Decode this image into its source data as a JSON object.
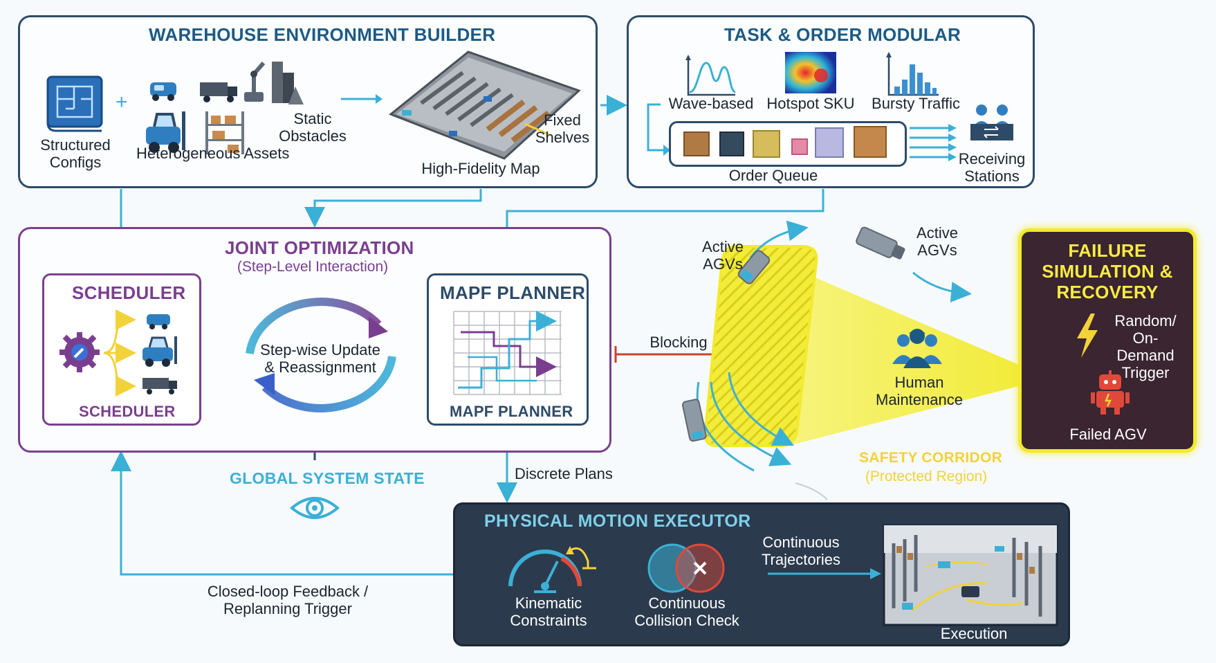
{
  "env_builder": {
    "title": "WAREHOUSE ENVIRONMENT BUILDER",
    "structured_configs": "Structured\nConfigs",
    "static_obstacles": "Static\nObstacles",
    "heterogeneous_assets": "Heterogeneous Assets",
    "fixed_shelves": "Fixed\nShelves",
    "high_fidelity_map": "High-Fidelity Map"
  },
  "task_order": {
    "title": "TASK & ORDER MODULAR",
    "wave_based": "Wave-based",
    "hotspot_sku": "Hotspot SKU",
    "bursty_traffic": "Bursty Traffic",
    "order_queue": "Order Queue",
    "receiving_stations": "Receiving\nStations"
  },
  "joint_opt": {
    "title": "JOINT OPTIMIZATION",
    "subtitle": "(Step-Level Interaction)",
    "cycle_label": "Step-wise Update\n& Reassignment"
  },
  "scheduler": {
    "title": "SCHEDULER",
    "bottom_label": "SCHEDULER"
  },
  "mapf": {
    "title": "MAPF PLANNER",
    "bottom_label": "MAPF PLANNER"
  },
  "global_state": "GLOBAL SYSTEM STATE",
  "discrete_plans": "Discrete Plans",
  "closed_loop": "Closed-loop Feedback /\nReplanning Trigger",
  "blocking": "Blocking",
  "agv_area": {
    "active_agvs_left": "Active\nAGVs",
    "active_agvs_right": "Active\nAGVs",
    "human_maintenance": "Human\nMaintenance",
    "safety_corridor": "SAFETY CORRIDOR",
    "protected_region": "(Protected Region)"
  },
  "failure": {
    "title": "FAILURE\nSIMULATION &\nRECOVERY",
    "trigger": "Random/\nOn-Demand\nTrigger",
    "failed_agv": "Failed AGV"
  },
  "executor": {
    "title": "PHYSICAL MOTION EXECUTOR",
    "kinematic": "Kinematic\nConstraints",
    "collision": "Continuous\nCollision Check",
    "trajectories": "Continuous\nTrajectories",
    "execution": "Execution"
  },
  "colors": {
    "navy": "#2d4b68",
    "cyan": "#3bb0d6",
    "purple": "#7a3e8f",
    "yellow": "#f2ea2e",
    "red": "#c8412f",
    "dark_panel": "#2b3a4c",
    "failure_bg": "#3a2530"
  }
}
